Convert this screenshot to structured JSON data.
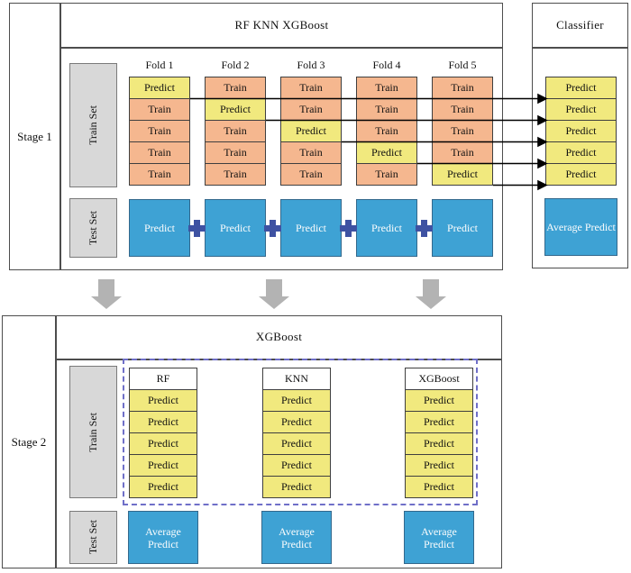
{
  "stage1": {
    "label": "Stage 1",
    "header": "RF KNN XGBoost",
    "train_set_label": "Train Set",
    "test_set_label": "Test Set",
    "folds": [
      {
        "label": "Fold 1",
        "cells": [
          "Predict",
          "Train",
          "Train",
          "Train",
          "Train"
        ]
      },
      {
        "label": "Fold 2",
        "cells": [
          "Train",
          "Predict",
          "Train",
          "Train",
          "Train"
        ]
      },
      {
        "label": "Fold 3",
        "cells": [
          "Train",
          "Train",
          "Predict",
          "Train",
          "Train"
        ]
      },
      {
        "label": "Fold 4",
        "cells": [
          "Train",
          "Train",
          "Train",
          "Predict",
          "Train"
        ]
      },
      {
        "label": "Fold 5",
        "cells": [
          "Train",
          "Train",
          "Train",
          "Train",
          "Predict"
        ]
      }
    ],
    "test_predicts": [
      "Predict",
      "Predict",
      "Predict",
      "Predict",
      "Predict"
    ]
  },
  "classifier": {
    "header": "Classifier",
    "cells": [
      "Predict",
      "Predict",
      "Predict",
      "Predict",
      "Predict"
    ],
    "average_label": "Average Predict"
  },
  "stage2": {
    "label": "Stage 2",
    "header": "XGBoost",
    "train_set_label": "Train Set",
    "test_set_label": "Test Set",
    "columns": [
      {
        "label": "RF",
        "cells": [
          "Predict",
          "Predict",
          "Predict",
          "Predict",
          "Predict"
        ]
      },
      {
        "label": "KNN",
        "cells": [
          "Predict",
          "Predict",
          "Predict",
          "Predict",
          "Predict"
        ]
      },
      {
        "label": "XGBoost",
        "cells": [
          "Predict",
          "Predict",
          "Predict",
          "Predict",
          "Predict"
        ]
      }
    ],
    "average_label": "Average Predict"
  },
  "colors": {
    "predict_yellow": "#f1e97e",
    "train_salmon": "#f5b78f",
    "predict_blue": "#3ea2d4",
    "set_box_gray": "#d8d8d8",
    "plus_blue": "#3e52a2",
    "dashed_border_blue": "#6f6fc8",
    "stage_arrow_gray": "#b3b3b3",
    "arrow_black": "#000000"
  }
}
